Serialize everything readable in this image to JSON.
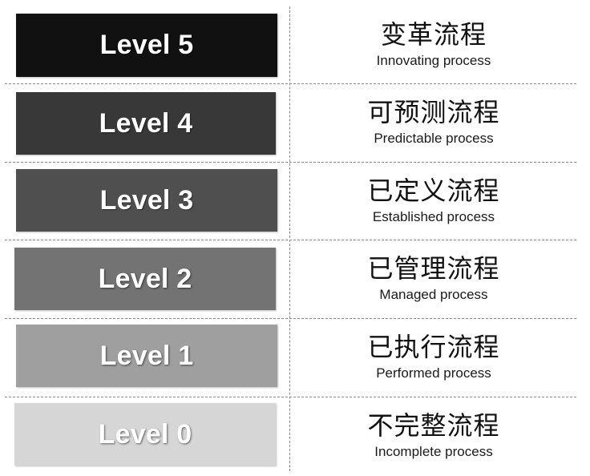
{
  "levels": [
    {
      "label": "Level 5",
      "zh": "变革流程",
      "en": "Innovating process",
      "box_color": "#111111",
      "text_color": "#ffffff"
    },
    {
      "label": "Level 4",
      "zh": "可预测流程",
      "en": "Predictable process",
      "box_color": "#383838",
      "text_color": "#ffffff"
    },
    {
      "label": "Level 3",
      "zh": "已定义流程",
      "en": "Established process",
      "box_color": "#4f4f4f",
      "text_color": "#ffffff"
    },
    {
      "label": "Level 2",
      "zh": "已管理流程",
      "en": "Managed process",
      "box_color": "#737373",
      "text_color": "#ffffff"
    },
    {
      "label": "Level 1",
      "zh": "已执行流程",
      "en": "Performed process",
      "box_color": "#9f9f9f",
      "text_color": "#ffffff"
    },
    {
      "label": "Level 0",
      "zh": "不完整流程",
      "en": "Incomplete process",
      "box_color": "#d6d6d6",
      "text_color": "#ffffff"
    }
  ]
}
